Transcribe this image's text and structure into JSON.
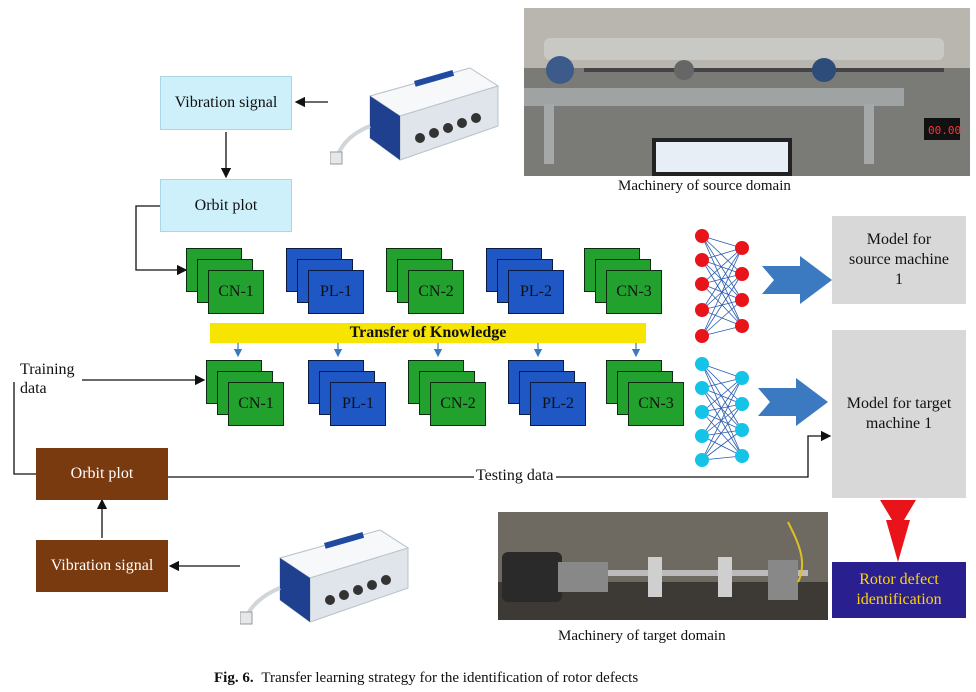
{
  "top": {
    "vibration_signal": "Vibration signal",
    "orbit_plot": "Orbit plot"
  },
  "bottom": {
    "vibration_signal": "Vibration signal",
    "orbit_plot": "Orbit plot"
  },
  "source_layers": [
    "CN-1",
    "PL-1",
    "CN-2",
    "PL-2",
    "CN-3"
  ],
  "target_layers": [
    "CN-1",
    "PL-1",
    "CN-2",
    "PL-2",
    "CN-3"
  ],
  "transfer_banner": "Transfer of Knowledge",
  "training_label": "Training\ndata",
  "testing_label": "Testing data",
  "model_source": "Model for\nsource machine\n1",
  "model_target": "Model for target\nmachine 1",
  "rotor_defect": "Rotor defect\nidentification",
  "source_caption": "Machinery of source domain",
  "target_caption": "Machinery of target domain",
  "figure_caption": {
    "label": "Fig. 6.",
    "text": "Transfer learning strategy for the identification of rotor defects"
  },
  "colors": {
    "conv": "#23a12f",
    "pool": "#1f57c4",
    "banner": "#f7e400",
    "source_neurons": "#e8141a",
    "target_neurons": "#15c3e6",
    "arrow_blue": "#3b79c0",
    "arrow_red": "#e8141a",
    "brown": "#7a3a10",
    "rotor_box": "#2a1f8f"
  },
  "icons": [
    "daq-device-icon",
    "counter-display-icon"
  ]
}
